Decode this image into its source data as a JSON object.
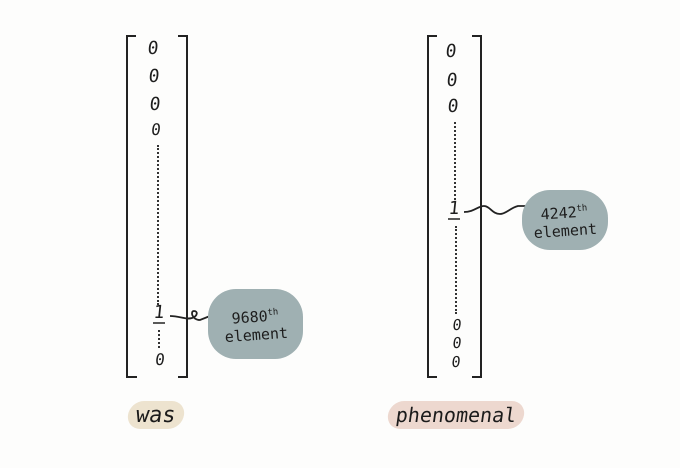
{
  "colors": {
    "bubble": "#9fb0b2",
    "label_was": "#ede3cf",
    "label_phenomenal": "#edd8cf",
    "ink": "#1d1d1d"
  },
  "vectors": [
    {
      "word": "was",
      "top_entries": [
        "0",
        "0",
        "0",
        "0"
      ],
      "one": "1",
      "bottom_entries": [
        "0"
      ],
      "annotation": {
        "number": "9680",
        "suffix": "th",
        "text": "element"
      }
    },
    {
      "word": "phenomenal",
      "top_entries": [
        "0",
        "0",
        "0"
      ],
      "one": "1",
      "bottom_entries": [
        "0",
        "0",
        "0"
      ],
      "annotation": {
        "number": "4242",
        "suffix": "th",
        "text": "element"
      }
    }
  ]
}
